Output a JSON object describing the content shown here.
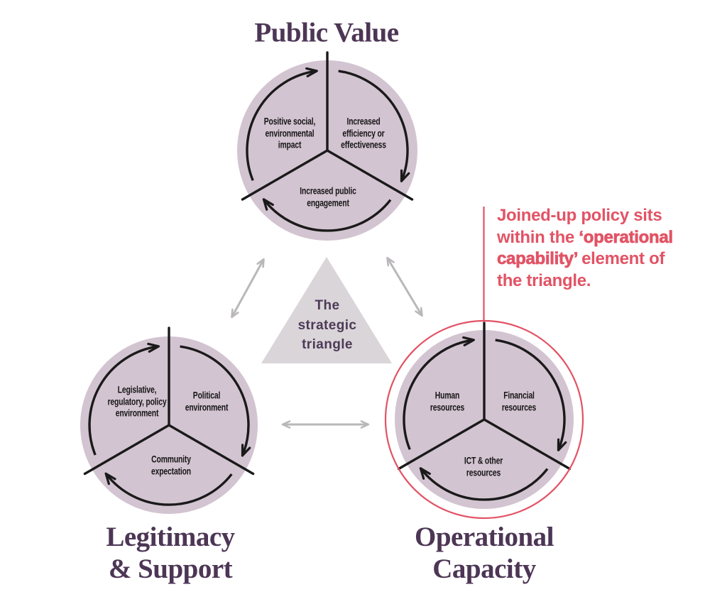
{
  "palette": {
    "circle_fill": "#d3c4d1",
    "line_black": "#1a1a1a",
    "title_purple": "#4d3655",
    "triangle_fill": "#dad5d9",
    "connector_gray": "#bab7ba",
    "accent_red": "#e25365"
  },
  "public_value": {
    "title": "Public Value",
    "left": "Positive social,\nenvironmental\nimpact",
    "right": "Increased\nefficiency or\neffectiveness",
    "bottom": "Increased public\nengagement"
  },
  "legitimacy_support": {
    "title": "Legitimacy\n& Support",
    "left": "Legislative,\nregulatory, policy\nenvironment",
    "right": "Political\nenvironment",
    "bottom": "Community\nexpectation"
  },
  "operational_capacity": {
    "title": "Operational\nCapacity",
    "left": "Human\nresources",
    "right": "Financial\nresources",
    "bottom": "ICT & other\nresources"
  },
  "triangle": {
    "label": "The\nstrategic\ntriangle"
  },
  "annotation": {
    "line1": "Joined-up policy sits",
    "line2_normal": "within the ",
    "line2_bold": "‘operational",
    "line3_bold": "capability’",
    "line3_normal": " element of",
    "line4": "the triangle."
  }
}
